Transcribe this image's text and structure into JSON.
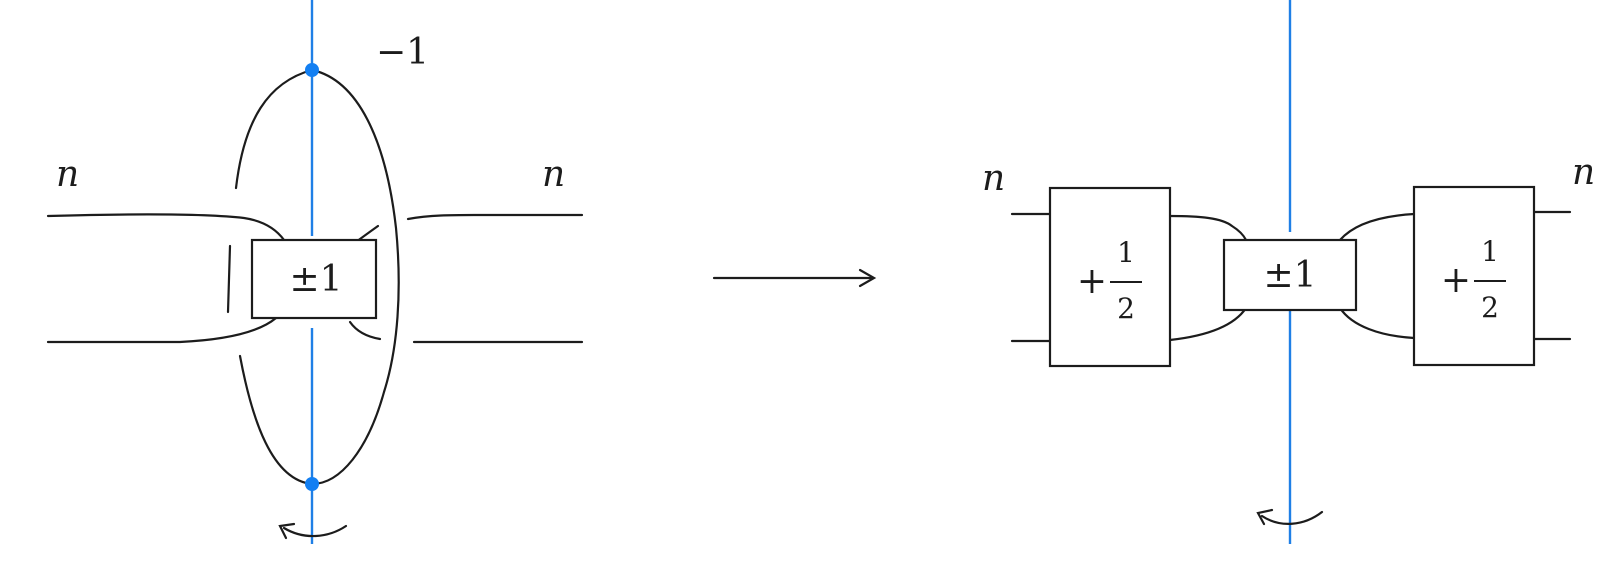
{
  "left_diagram": {
    "strand_label_left": "n",
    "strand_label_right": "n",
    "framing": "−1",
    "box_label": "±1"
  },
  "right_diagram": {
    "strand_label_left": "n",
    "strand_label_right": "n",
    "center_box_label": "±1",
    "left_box_sign": "+",
    "left_box_numerator": "1",
    "left_box_denominator": "2",
    "right_box_sign": "+",
    "right_box_numerator": "1",
    "right_box_denominator": "2"
  },
  "colors": {
    "axis": "#1f7fe6",
    "strand": "#1c1c1c"
  }
}
